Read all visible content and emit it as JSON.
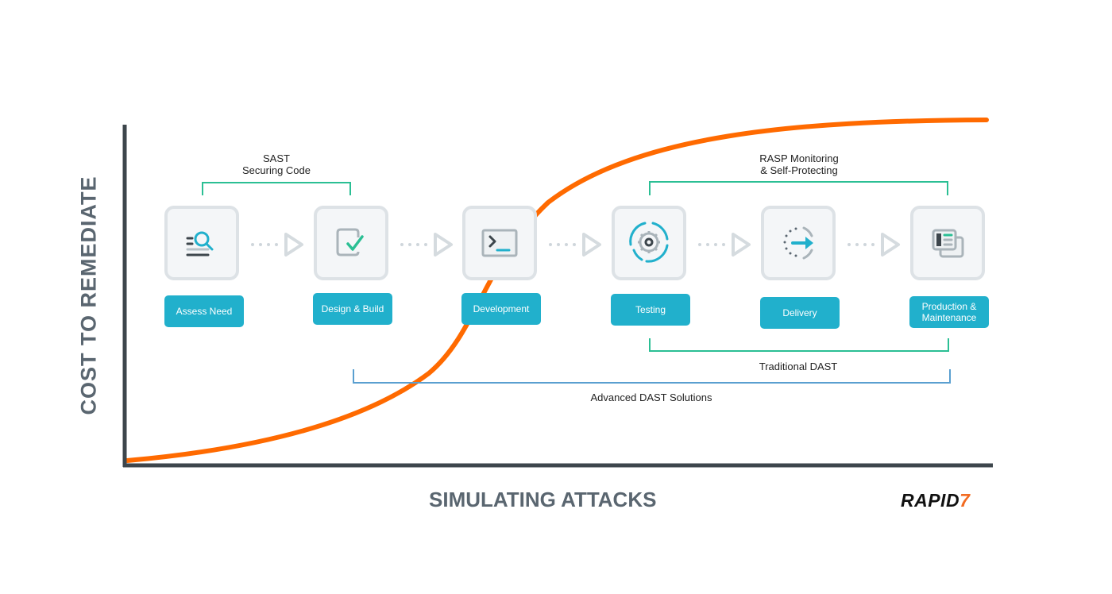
{
  "axes": {
    "y_label": "COST TO REMEDIATE",
    "x_label": "SIMULATING ATTACKS"
  },
  "logo": {
    "text": "RAPID",
    "mark": "7"
  },
  "colors": {
    "curve": "#ff6a00",
    "axis": "#3d464c",
    "label_bg": "#21b0cc",
    "bracket_green": "#2bbf94",
    "bracket_blue": "#5a9fd0",
    "box_border": "#dde2e6",
    "box_fill": "#f4f6f8"
  },
  "stages": [
    {
      "label": "Assess Need",
      "icon": "search-list-icon"
    },
    {
      "label": "Design & Build",
      "icon": "checkbox-check-icon"
    },
    {
      "label": "Development",
      "icon": "terminal-icon"
    },
    {
      "label": "Testing",
      "icon": "gear-cycle-icon"
    },
    {
      "label": "Delivery",
      "icon": "clock-arrow-icon"
    },
    {
      "label": "Production & Maintenance",
      "icon": "documents-icon"
    }
  ],
  "brackets": [
    {
      "id": "sast",
      "title_line1": "SAST",
      "title_line2": "Securing Code",
      "spans": [
        "Assess Need",
        "Design & Build"
      ]
    },
    {
      "id": "rasp",
      "title_line1": "RASP Monitoring",
      "title_line2": "& Self-Protecting",
      "spans": [
        "Testing",
        "Production & Maintenance"
      ]
    },
    {
      "id": "traditional-dast",
      "title": "Traditional DAST",
      "spans": [
        "Testing",
        "Production & Maintenance"
      ]
    },
    {
      "id": "advanced-dast",
      "title": "Advanced DAST Solutions",
      "spans": [
        "Design & Build",
        "Production & Maintenance"
      ]
    }
  ]
}
